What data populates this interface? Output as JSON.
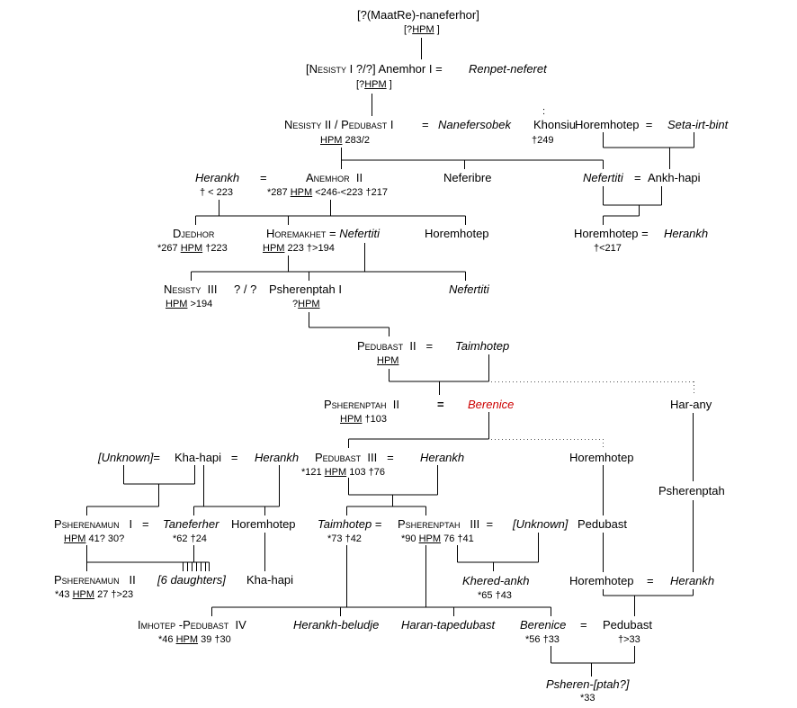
{
  "nodes": {
    "maatre": {
      "name": "[?(MaatRe)-naneferhor]",
      "sub": "[?",
      "title": "HPM",
      "sub_end": " ]"
    },
    "nesisty1": {
      "open": "[",
      "name": "Nesisty",
      "roman": "I ?/?]",
      "alias": "Anemhor I",
      "eq": "=",
      "spouse": "Renpet-neferet",
      "sub": "[?",
      "title": "HPM",
      "sub_end": " ]"
    },
    "nesisty2": {
      "name": "Nesisty",
      "roman": "II /",
      "name2": "Pedubast",
      "roman2": "I",
      "eq": "=",
      "spouse": "Nanefersobek",
      "title": "HPM",
      "sub_after": " 283/2"
    },
    "khonsiu": {
      "name": "Khonsiu",
      "dates": "†249",
      "dot": ":"
    },
    "horemhotep_a": {
      "name": "Horemhotep",
      "eq": "=",
      "spouse": "Seta-irt-bint"
    },
    "herankh_a": {
      "name": "Herankh",
      "dates": "† < 223",
      "eq": "="
    },
    "anemhor2": {
      "name": "Anemhor",
      "roman": "II",
      "pre": "*287 ",
      "title": "HPM",
      "sub_after": " <246-<223  †217"
    },
    "neferibre": {
      "name": "Neferibre"
    },
    "nefertiti_a": {
      "name": "Nefertiti",
      "eq": "=",
      "spouse": "Ankh-hapi"
    },
    "horemhotep_b": {
      "name": "Horemhotep",
      "eq": "=",
      "spouse": "Herankh",
      "dates": "†<217"
    },
    "djedhor": {
      "name": "Djedhor",
      "pre": "*267 ",
      "title": "HPM",
      "sub_after": "  †223"
    },
    "horemakhet": {
      "name": "Horemakhet",
      "eq": "=",
      "spouse": "Nefertiti",
      "title": "HPM",
      "sub_after": " 223 †>194"
    },
    "horemhotep_c": {
      "name": "Horemhotep"
    },
    "nesisty3": {
      "name": "Nesisty",
      "roman": "III",
      "title": "HPM",
      "sub_after": " >194"
    },
    "qq": {
      "name": "? / ?"
    },
    "psherenptah1": {
      "name": "Psherenptah I",
      "pre": "?",
      "title": "HPM"
    },
    "nefertiti_b": {
      "name": "Nefertiti"
    },
    "pedubast2": {
      "name": "Pedubast",
      "roman": "II",
      "eq": "=",
      "spouse": "Taimhotep",
      "title": "HPM"
    },
    "psherenptah2": {
      "name": "Psherenptah",
      "roman": "II",
      "eq": "=",
      "spouse": "Berenice",
      "title": "HPM",
      "sub_after": " †103"
    },
    "harany": {
      "name": "Har-any"
    },
    "unknown_a": {
      "name": "[Unknown]",
      "eq": "=",
      "name2": "Kha-hapi",
      "eq2": "=",
      "spouse": "Herankh"
    },
    "pedubast3": {
      "name": "Pedubast",
      "roman": "III",
      "eq": "=",
      "spouse": "Herankh",
      "pre": "*121 ",
      "title": "HPM",
      "sub_after": " 103 †76"
    },
    "horemhotep_d": {
      "name": "Horemhotep"
    },
    "psherenptah_e": {
      "name": "Psherenptah"
    },
    "psherenamun1": {
      "name": "Psherenamun",
      "roman": "I",
      "eq": "=",
      "spouse": "Taneferher",
      "title": "HPM",
      "sub_after": " 41? 30?"
    },
    "taneferher_dates": {
      "dates": "*62 †24"
    },
    "horemhotep_e": {
      "name": "Horemhotep"
    },
    "taimhotep_b": {
      "name": "Taimhotep",
      "eq": "=",
      "dates": "*73 †42"
    },
    "psherenptah3": {
      "name": "Psherenptah",
      "roman": "III",
      "eq": "=",
      "spouse": "[Unknown]",
      "pre": "*90 ",
      "title": "HPM",
      "sub_after": " 76 †41"
    },
    "pedubast_f": {
      "name": "Pedubast"
    },
    "psherenamun2": {
      "name": "Psherenamun",
      "roman": "II",
      "pre": "*43 ",
      "title": "HPM",
      "sub_after": " 27 †>23"
    },
    "daughters": {
      "name": "[6 daughters]"
    },
    "khahapi_b": {
      "name": "Kha-hapi"
    },
    "kheredankh": {
      "name": "Khered-ankh",
      "dates": "*65 †43"
    },
    "horemhotep_g": {
      "name": "Horemhotep",
      "eq": "=",
      "spouse": "Herankh"
    },
    "imhotep": {
      "name": "Imhotep",
      "mid": " -",
      "name2": "Pedubast",
      "roman": "IV",
      "pre": "*46 ",
      "title": "HPM",
      "sub_after": " 39 †30"
    },
    "herankh_beludje": {
      "name": "Herankh-beludje"
    },
    "haran_tapedubast": {
      "name": "Haran-tapedubast"
    },
    "berenice_b": {
      "name": "Berenice",
      "eq": "=",
      "dates": "*56 †33"
    },
    "pedubast_h": {
      "name": "Pedubast",
      "dates": "†>33"
    },
    "psheren_ptah": {
      "name": "Psheren-[ptah?]",
      "dates": "*33"
    }
  },
  "colors": {
    "line": "#000000",
    "accent_red": "#cc0000",
    "dotted": "#555555"
  }
}
